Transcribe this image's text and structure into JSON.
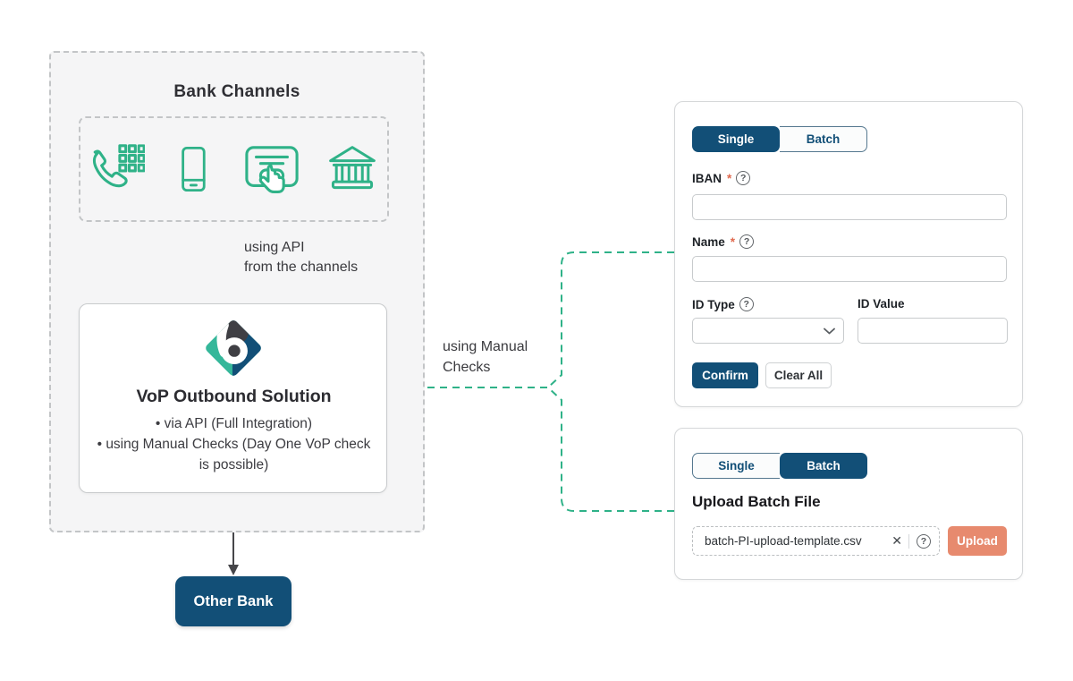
{
  "colors": {
    "green": "#2fb288",
    "navy": "#124f77",
    "salmon": "#e78a6e",
    "required_red": "#e0694e",
    "arrow_dark": "#46464a"
  },
  "icons": {
    "help_char": "?",
    "close_char": "✕",
    "channel_icons": [
      "phone-keypad-icon",
      "smartphone-icon",
      "online-banking-icon",
      "bank-branch-icon"
    ]
  },
  "diagram": {
    "bank_channels_title": "Bank Channels",
    "api_label_line1": "using API",
    "api_label_line2": "from the channels",
    "vop_title": "VoP Outbound Solution",
    "vop_bullets": [
      "via API (Full Integration)",
      "using Manual Checks (Day One VoP check is possible)"
    ],
    "manual_checks_label": "using Manual Checks",
    "other_bank_label": "Other Bank"
  },
  "single_form": {
    "tabs": {
      "single": "Single",
      "batch": "Batch"
    },
    "active_tab": "Single",
    "required_marker": "*",
    "iban_label": "IBAN",
    "iban_value": "",
    "name_label": "Name",
    "name_value": "",
    "id_type_label": "ID Type",
    "id_type_value": "",
    "id_value_label": "ID Value",
    "id_value_value": "",
    "confirm_label": "Confirm",
    "clear_label": "Clear All"
  },
  "batch_form": {
    "tabs": {
      "single": "Single",
      "batch": "Batch"
    },
    "active_tab": "Batch",
    "heading": "Upload Batch File",
    "file_name": "batch-PI-upload-template.csv",
    "upload_label": "Upload"
  }
}
